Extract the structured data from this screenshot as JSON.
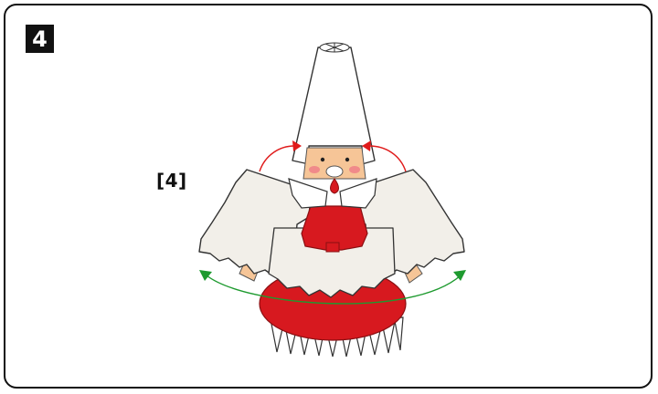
{
  "step": {
    "number": "4"
  },
  "substep": {
    "label": "[4]"
  },
  "colors": {
    "frame_border": "#111111",
    "badge_bg": "#111111",
    "badge_text": "#ffffff",
    "body_red": "#d7191f",
    "wing_fill": "#f2efe9",
    "hat_fill": "#ffffff",
    "face_skin": "#f6c597",
    "cheek_pink": "#f08a8a",
    "rotate_arrow": "#e01b1b",
    "swing_arrow": "#1e9a2f"
  },
  "icons": {
    "fold_arrow_left": "curved-red-arrow",
    "fold_arrow_right": "curved-red-arrow",
    "swing_arrow": "double-headed-green-arrow"
  }
}
